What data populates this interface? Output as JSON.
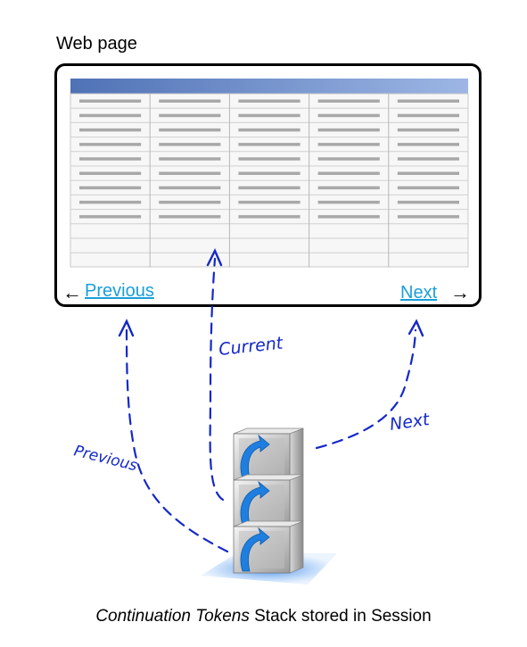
{
  "page_label": "Web page",
  "nav": {
    "previous": "Previous",
    "next": "Next",
    "left_arrow": "←",
    "right_arrow": "→"
  },
  "arrows": {
    "current": "Current",
    "previous": "Previous",
    "next": "Next"
  },
  "caption": {
    "italic": "Continuation Tokens",
    "rest": " Stack stored in Session"
  },
  "colors": {
    "ink": "#1428c8",
    "link": "#1a9fd8",
    "header": "#5b7ec0"
  }
}
